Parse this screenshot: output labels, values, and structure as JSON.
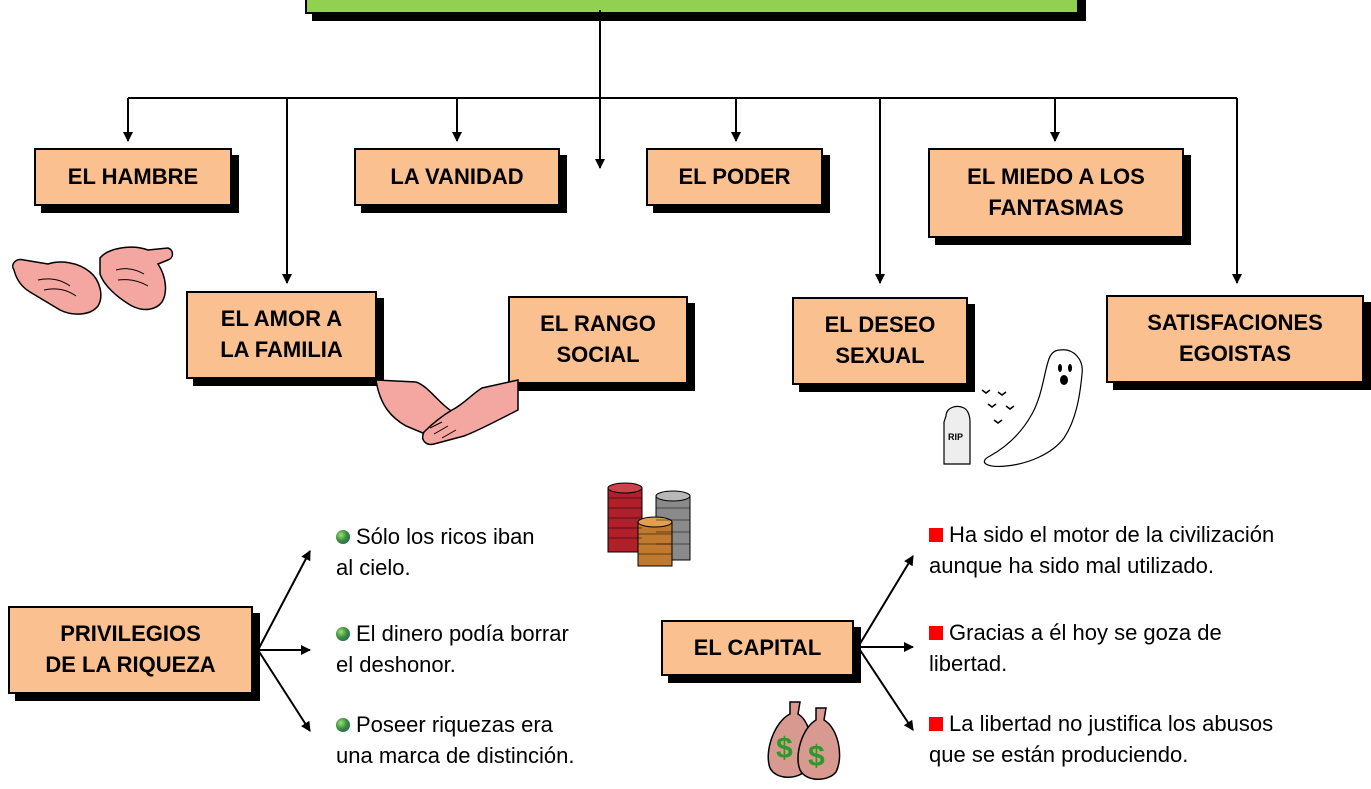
{
  "boxes": {
    "hambre": "EL HAMBRE",
    "vanidad": "LA VANIDAD",
    "poder": "EL PODER",
    "miedo": "EL MIEDO A LOS\nFANTASMAS",
    "amor": "EL AMOR A\nLA FAMILIA",
    "rango": "EL RANGO\nSOCIAL",
    "deseo": "EL DESEO\nSEXUAL",
    "satisf": "SATISFACIONES\nEGOISTAS",
    "privilegios": "PRIVILEGIOS\nDE LA RIQUEZA",
    "capital": "EL CAPITAL"
  },
  "privilegios_items": [
    {
      "line1": "Sólo los ricos iban",
      "line2": "al cielo."
    },
    {
      "line1": "El dinero podía borrar",
      "line2": "el deshonor."
    },
    {
      "line1": "Poseer riquezas era",
      "line2": "una marca de distinción."
    }
  ],
  "capital_items": [
    {
      "line1": "Ha sido el motor de la civilización",
      "line2": "aunque ha sido mal utilizado."
    },
    {
      "line1": "Gracias a él hoy se goza de",
      "line2": "libertad."
    },
    {
      "line1": "La libertad no justifica los abusos",
      "line2": "que se están produciendo."
    }
  ],
  "illustrations": {
    "gravestone_text": "RIP",
    "moneybag_symbol": "$"
  },
  "colors": {
    "box_fill": "#fac090",
    "top_bar_fill": "#92d050",
    "bullet_square": "#ff0000"
  }
}
